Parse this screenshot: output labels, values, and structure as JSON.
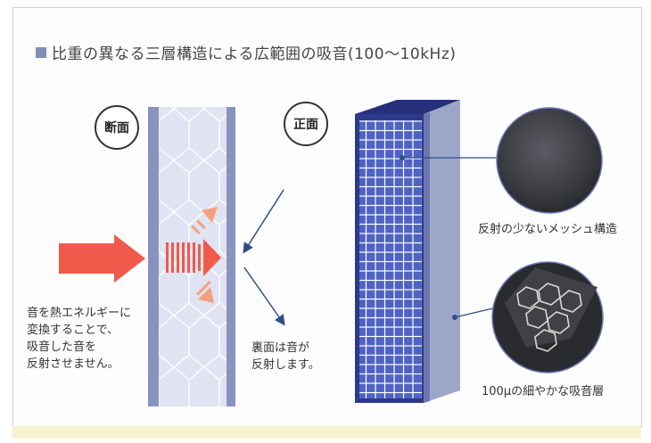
{
  "title": "比重の異なる三層構造による広範囲の吸音(100〜10kHz)",
  "section_label": "断面",
  "front_label": "正面",
  "left_text": [
    "音を熱エネルギーに",
    "変換することで、",
    "吸音した音を",
    "反射させません。"
  ],
  "back_text": [
    "裏面は音が",
    "反射します。"
  ],
  "mesh_caption": "反射の少ないメッシュ構造",
  "layer_caption": "100μの細やかな吸音層",
  "colors": {
    "accent": "#7f8fb5",
    "arrow_red": "#f05a4a",
    "panel_blue": "#2d3a8c",
    "leader": "#2f4d8a"
  }
}
